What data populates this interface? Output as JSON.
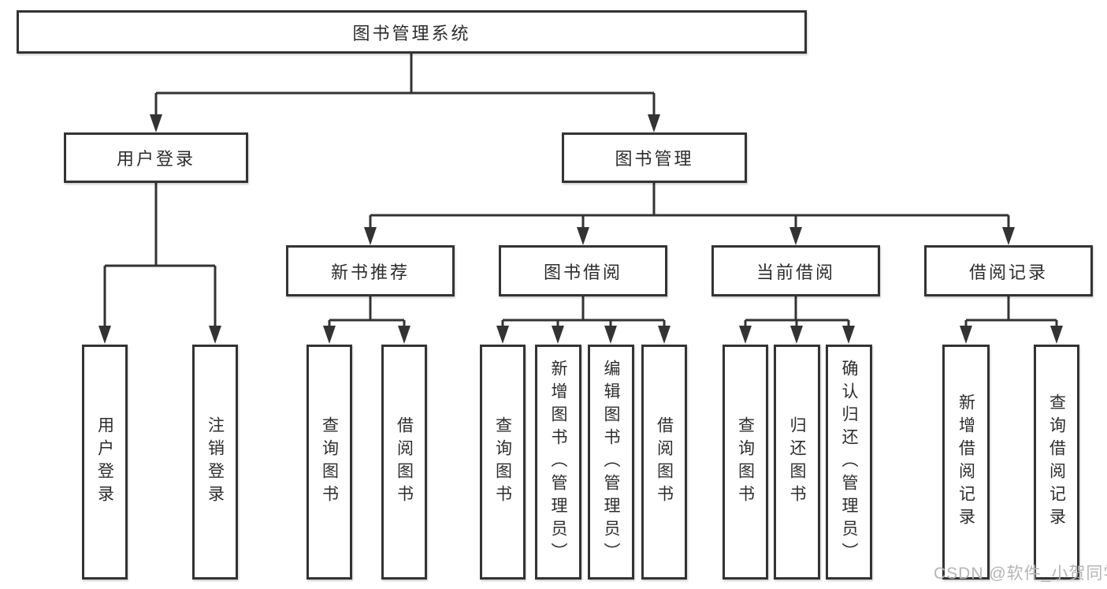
{
  "tree": {
    "root": {
      "label": "图书管理系统"
    },
    "branches": [
      {
        "label": "用户登录",
        "children": [
          {
            "label": "用户登录"
          },
          {
            "label": "注销登录"
          }
        ]
      },
      {
        "label": "图书管理",
        "children": [
          {
            "label": "新书推荐",
            "children": [
              {
                "label": "查询图书"
              },
              {
                "label": "借阅图书"
              }
            ]
          },
          {
            "label": "图书借阅",
            "children": [
              {
                "label": "查询图书"
              },
              {
                "label": "新增图书（管理员）"
              },
              {
                "label": "编辑图书（管理员）"
              },
              {
                "label": "借阅图书"
              }
            ]
          },
          {
            "label": "当前借阅",
            "children": [
              {
                "label": "查询图书"
              },
              {
                "label": "归还图书"
              },
              {
                "label": "确认归还（管理员）"
              }
            ]
          },
          {
            "label": "借阅记录",
            "children": [
              {
                "label": "新增借阅记录"
              },
              {
                "label": "查询借阅记录"
              }
            ]
          }
        ]
      }
    ]
  },
  "watermark": {
    "text": "CSDN @软件_小贺同学"
  },
  "colors": {
    "line": "#333333",
    "box_border": "#333333",
    "box_background": "#ffffff",
    "text": "#2d2d2d",
    "watermark": "#b5b5b5",
    "page_background": "#ffffff"
  }
}
